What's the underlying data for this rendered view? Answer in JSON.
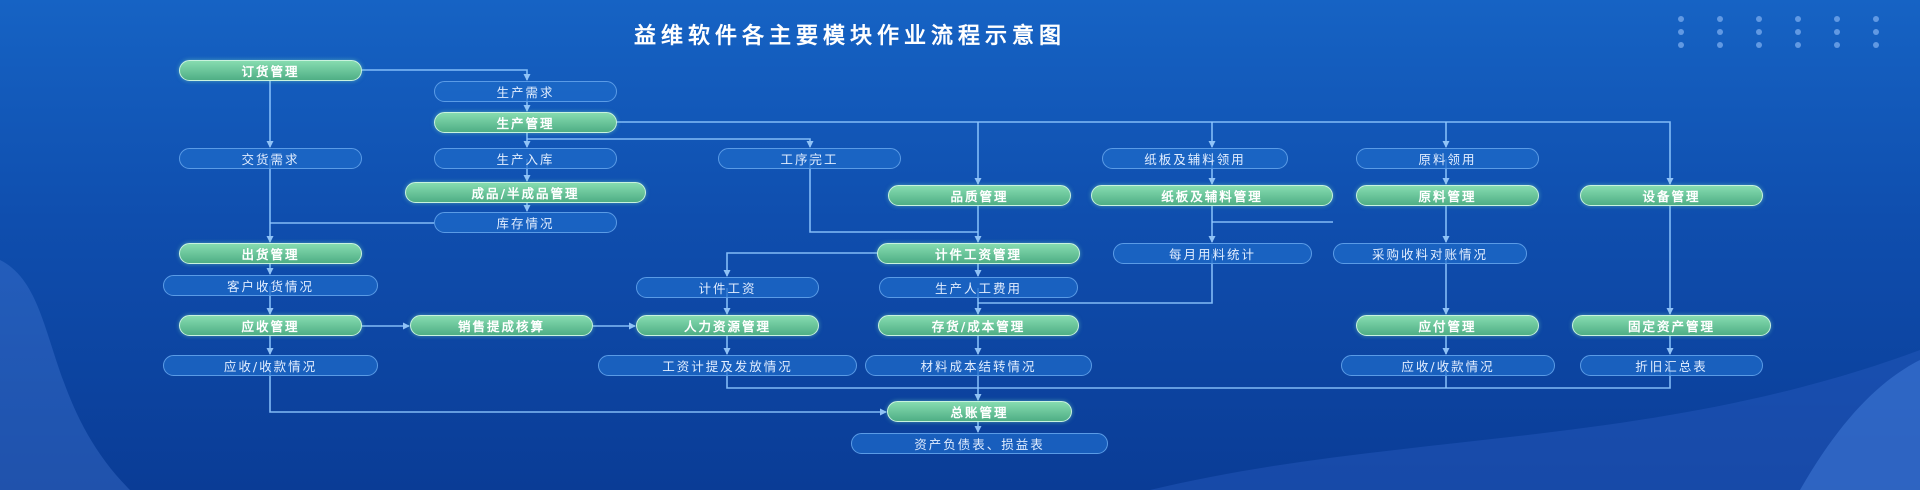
{
  "title": "益维软件各主要模块作业流程示意图",
  "nodes": {
    "order_mgmt": "订货管理",
    "production_demand": "生产需求",
    "production_mgmt": "生产管理",
    "delivery_demand": "交货需求",
    "production_warehousing": "生产入库",
    "process_completion": "工序完工",
    "board_material_requisition": "纸板及辅料领用",
    "raw_material_requisition": "原料领用",
    "product_mgmt": "成品/半成品管理",
    "quality_mgmt": "品质管理",
    "board_material_mgmt": "纸板及辅料管理",
    "raw_material_mgmt": "原料管理",
    "equipment_mgmt": "设备管理",
    "inventory_status": "库存情况",
    "shipping_mgmt": "出货管理",
    "piece_wage_mgmt": "计件工资管理",
    "monthly_material_stats": "每月用料统计",
    "purchase_reconciliation": "采购收料对账情况",
    "customer_receipt": "客户收货情况",
    "piece_wage": "计件工资",
    "production_labor_cost": "生产人工费用",
    "receivable_mgmt": "应收管理",
    "sales_commission": "销售提成核算",
    "hr_mgmt": "人力资源管理",
    "inventory_cost_mgmt": "存货/成本管理",
    "payable_mgmt": "应付管理",
    "fixed_asset_mgmt": "固定资产管理",
    "receivable_status": "应收/收款情况",
    "salary_status": "工资计提及发放情况",
    "material_cost_transfer": "材料成本结转情况",
    "payable_status": "应收/收款情况",
    "depreciation_summary": "折旧汇总表",
    "general_ledger": "总账管理",
    "financial_statements": "资产负债表、损益表"
  },
  "colors": {
    "background_top": "#1663c4",
    "background_bottom": "#0a3c96",
    "module_node": "#5fc398",
    "info_node": "#1e69c8",
    "connector": "#8fc8ff"
  }
}
